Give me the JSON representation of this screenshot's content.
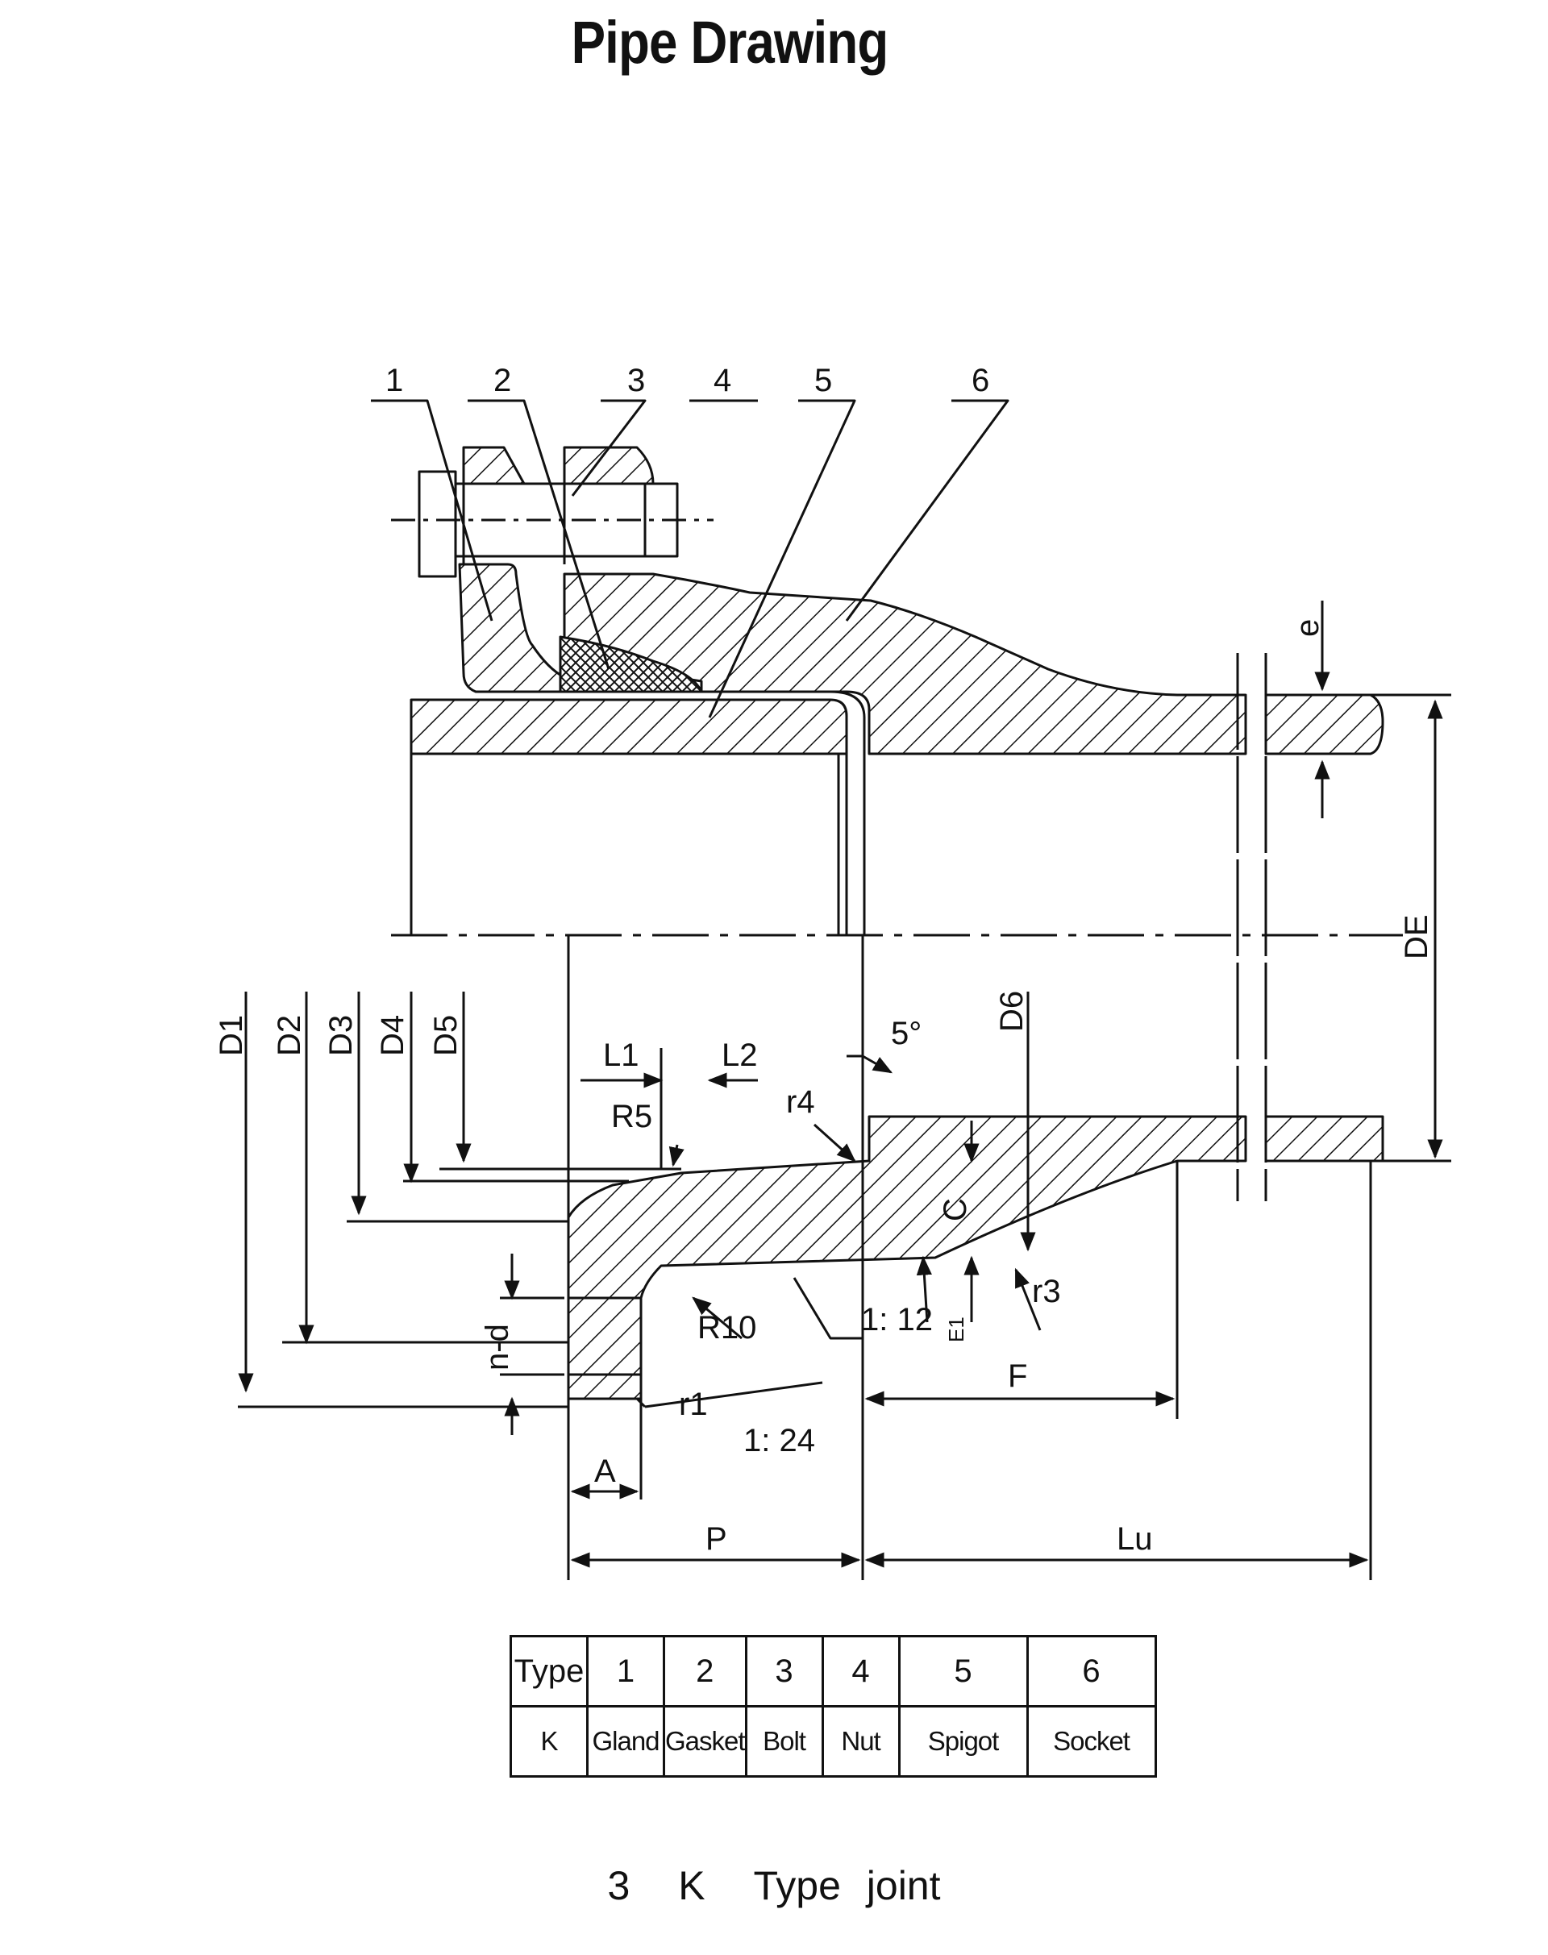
{
  "title": "Pipe Drawing",
  "callouts": [
    "1",
    "2",
    "3",
    "4",
    "5",
    "6"
  ],
  "dimensions": {
    "D1": "D1",
    "D2": "D2",
    "D3": "D3",
    "D4": "D4",
    "D5": "D5",
    "D6": "D6",
    "L1": "L1",
    "L2": "L2",
    "R5": "R5",
    "R10": "R10",
    "r1": "r1",
    "r3": "r3",
    "r4": "r4",
    "angle": "5°",
    "taper_24": "1: 24",
    "taper_12": "1: 12",
    "A": "A",
    "P": "P",
    "F": "F",
    "Lu": "Lu",
    "C": "C",
    "E1": "E1",
    "e": "e",
    "DE": "DE",
    "nd": "n-d"
  },
  "table": {
    "header": [
      "Type",
      "1",
      "2",
      "3",
      "4",
      "5",
      "6"
    ],
    "row": [
      "K",
      "Gland",
      "Gasket",
      "Bolt",
      "Nut",
      "Spigot",
      "Socket"
    ]
  },
  "caption": {
    "number": "3",
    "type": "K",
    "label": "Type joint"
  }
}
